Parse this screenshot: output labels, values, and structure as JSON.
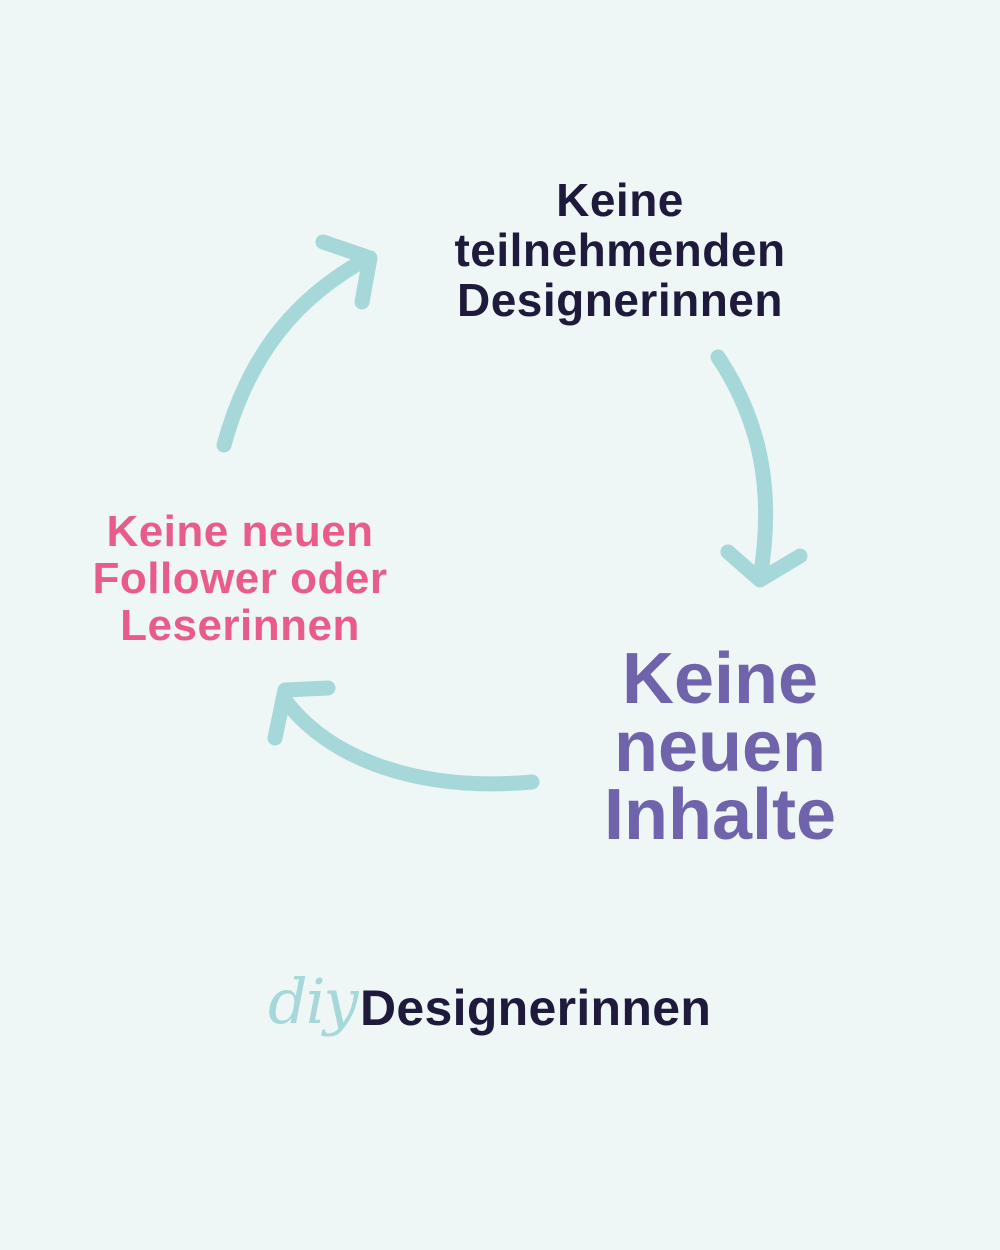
{
  "diagram": {
    "type": "cycle",
    "nodes": [
      {
        "id": "top",
        "lines": [
          "Keine",
          "teilnehmenden",
          "Designerinnen"
        ],
        "color": "#1e1a3c"
      },
      {
        "id": "right",
        "lines": [
          "Keine",
          "neuen",
          "Inhalte"
        ],
        "color": "#6f63ab"
      },
      {
        "id": "left",
        "lines": [
          "Keine neuen",
          "Follower oder",
          "Leserinnen"
        ],
        "color": "#e95b8a"
      }
    ],
    "arrows": [
      {
        "from": "top",
        "to": "right"
      },
      {
        "from": "right",
        "to": "left"
      },
      {
        "from": "left",
        "to": "top"
      }
    ],
    "arrow_color": "#a6d8da"
  },
  "logo": {
    "prefix": "diy",
    "name": "Designerinnen"
  },
  "colors": {
    "background": "#eef6f6"
  }
}
